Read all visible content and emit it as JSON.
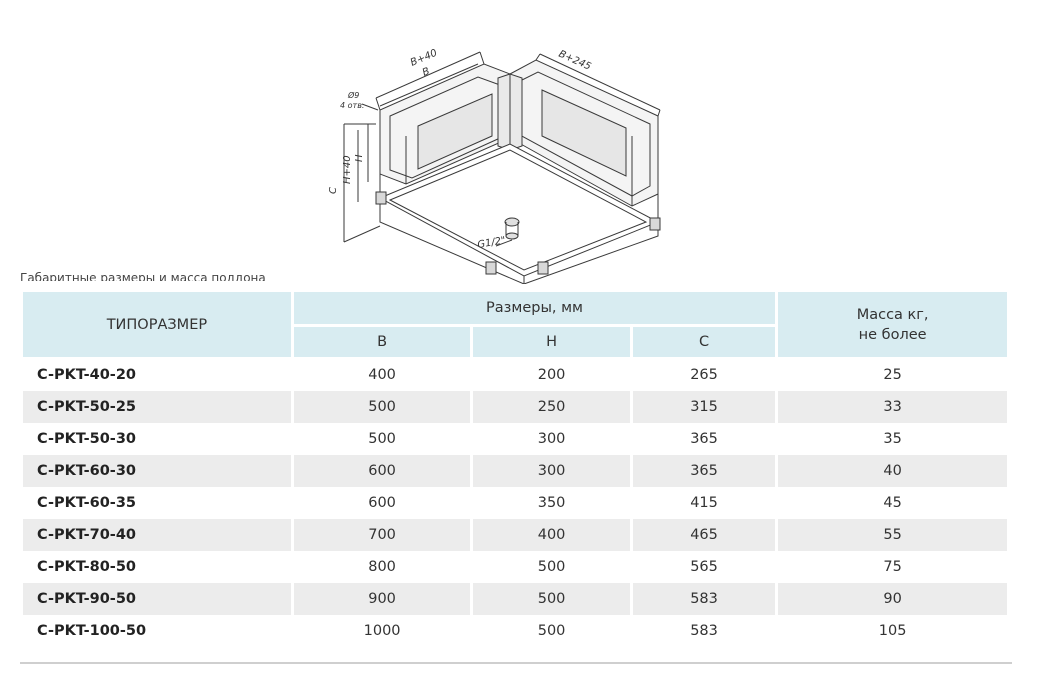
{
  "drawing": {
    "dim_b40": "B+40",
    "dim_b": "B",
    "dim_b245": "B+245",
    "hole_dia": "Ø9",
    "hole_count": "4 отв.",
    "dim_h": "H",
    "dim_h40": "H+40",
    "dim_c": "C",
    "drain": "G1/2\""
  },
  "cutoff_text": "Габаритные размеры и масса поддона",
  "table": {
    "headers": {
      "model": "ТИПОРАЗМЕР",
      "dimensions": "Размеры, мм",
      "b": "B",
      "h": "H",
      "c": "C",
      "mass_line1": "Масса кг,",
      "mass_line2": "не более"
    },
    "rows": [
      {
        "model": "C-PKT-40-20",
        "b": "400",
        "h": "200",
        "c": "265",
        "mass": "25"
      },
      {
        "model": "C-PKT-50-25",
        "b": "500",
        "h": "250",
        "c": "315",
        "mass": "33"
      },
      {
        "model": "C-PKT-50-30",
        "b": "500",
        "h": "300",
        "c": "365",
        "mass": "35"
      },
      {
        "model": "C-PKT-60-30",
        "b": "600",
        "h": "300",
        "c": "365",
        "mass": "40"
      },
      {
        "model": "C-PKT-60-35",
        "b": "600",
        "h": "350",
        "c": "415",
        "mass": "45"
      },
      {
        "model": "C-PKT-70-40",
        "b": "700",
        "h": "400",
        "c": "465",
        "mass": "55"
      },
      {
        "model": "C-PKT-80-50",
        "b": "800",
        "h": "500",
        "c": "565",
        "mass": "75"
      },
      {
        "model": "C-PKT-90-50",
        "b": "900",
        "h": "500",
        "c": "583",
        "mass": "90"
      },
      {
        "model": "C-PKT-100-50",
        "b": "1000",
        "h": "500",
        "c": "583",
        "mass": "105"
      }
    ]
  }
}
